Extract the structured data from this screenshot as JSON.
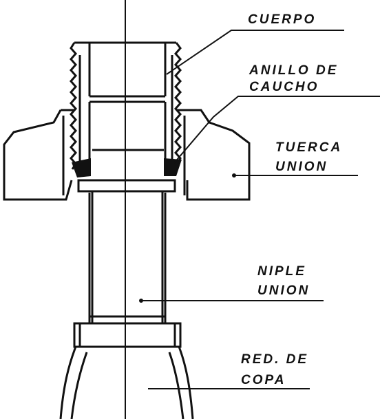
{
  "labels": {
    "cuerpo": "CUERPO",
    "anillo_line1": "ANILLO DE",
    "anillo_line2": "CAUCHO",
    "tuerca_line1": "TUERCA",
    "tuerca_line2": "UNION",
    "niple_line1": "NIPLE",
    "niple_line2": "UNION",
    "red_line1": "RED. DE",
    "red_line2": "COPA"
  },
  "colors": {
    "ink": "#111111",
    "paper": "#ffffff"
  }
}
